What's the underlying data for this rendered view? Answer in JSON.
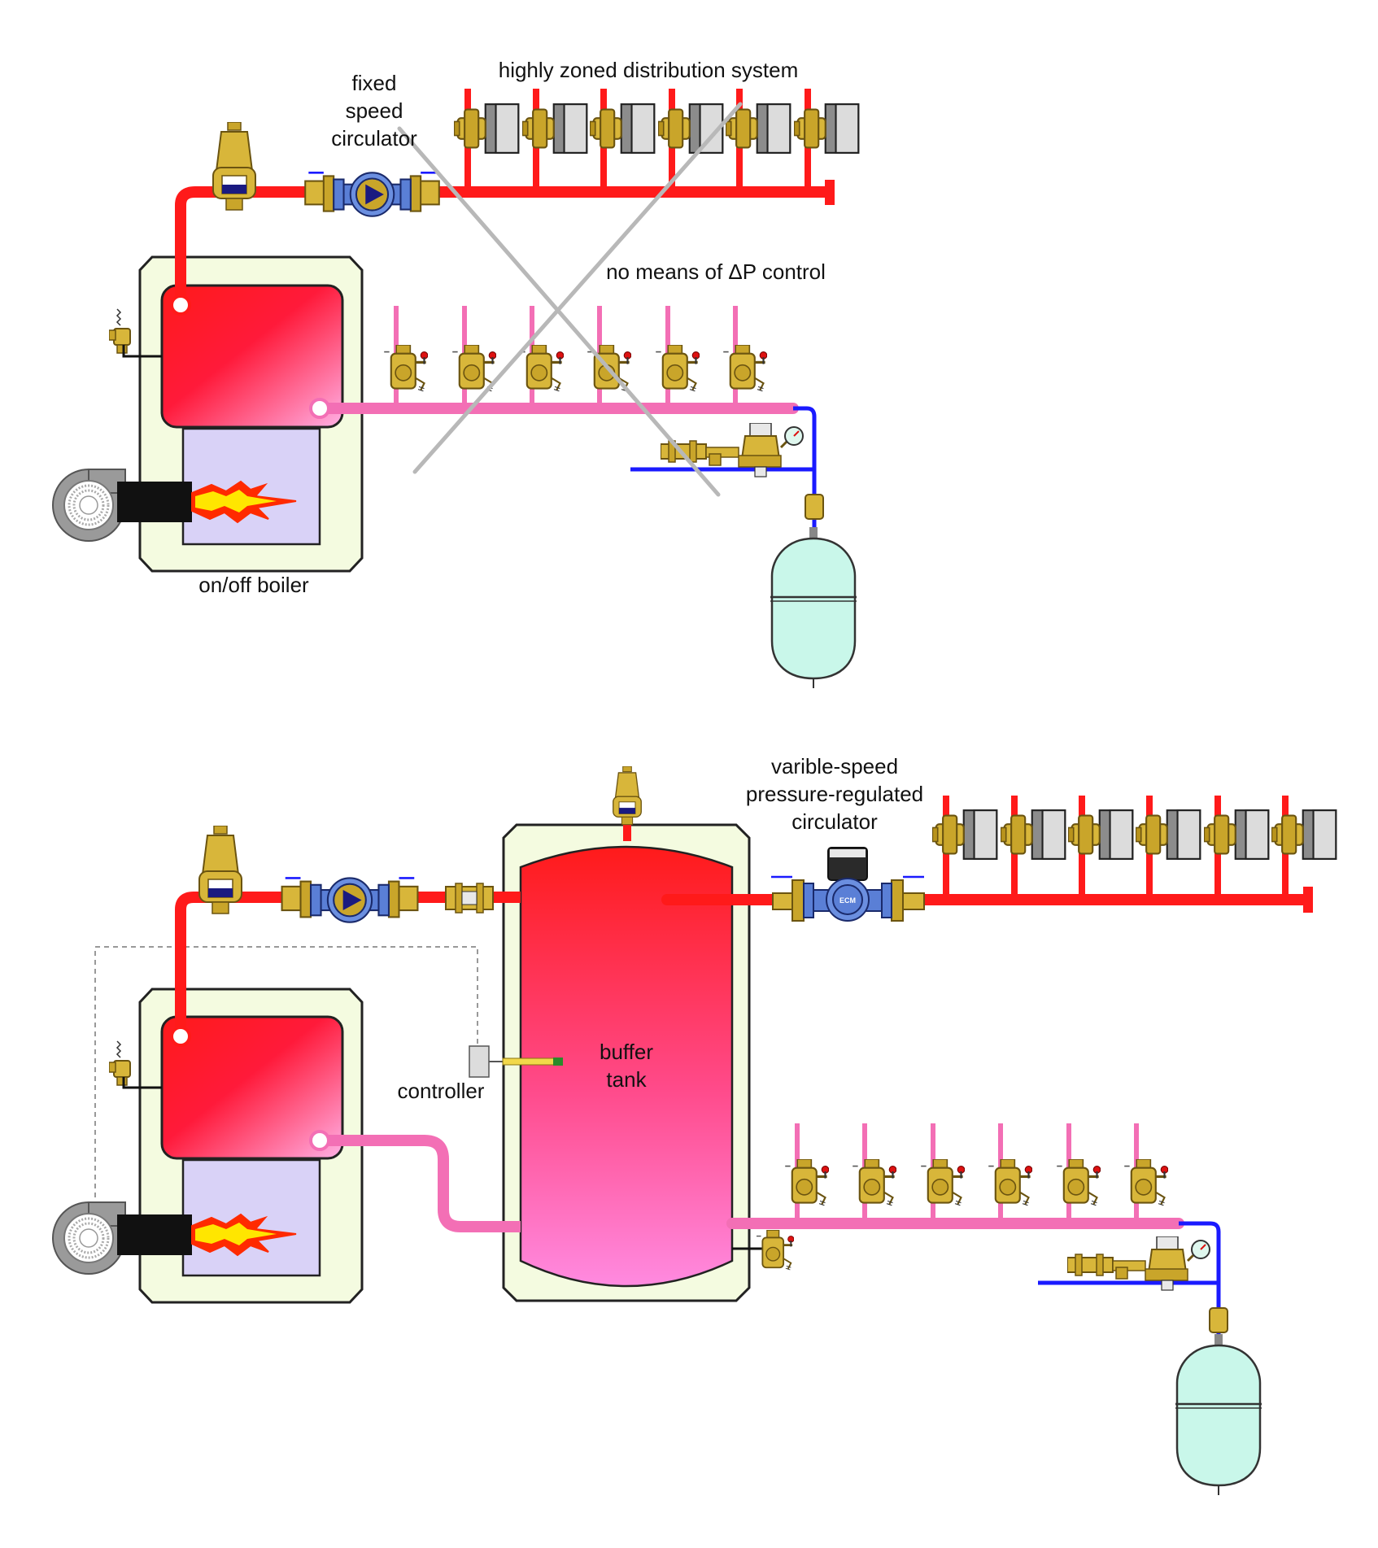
{
  "colors": {
    "supply": "#ff1a1a",
    "return": "#f36fb5",
    "cold_water": "#1a1aff",
    "boiler_shell": "#f4fbe0",
    "firebox": "#d9d2f7",
    "expansion_tank": "#c9f7ea",
    "brass": "#c8a530",
    "crossout": "#b8b8b8"
  },
  "top_system": {
    "labels": {
      "circulator_line1": "fixed",
      "circulator_line2": "speed",
      "circulator_line3": "circulator",
      "distribution": "highly zoned distribution system",
      "dp_note": "no means of ΔP control",
      "boiler": "on/off boiler"
    },
    "zone_count": 6,
    "crossed_out": true
  },
  "bottom_system": {
    "labels": {
      "circulator_line1": "varible-speed",
      "circulator_line2": "pressure-regulated",
      "circulator_line3": "circulator",
      "tank_line1": "buffer",
      "tank_line2": "tank",
      "controller": "controller",
      "ecm": "ECM"
    },
    "zone_count": 6
  },
  "icons": [
    "air-vent-icon",
    "circulator-icon",
    "zone-valve-icon",
    "boiler-icon",
    "burner-icon",
    "flame-icon",
    "relief-valve-icon",
    "pressure-gauge-icon",
    "make-up-water-valve-icon",
    "expansion-tank-icon",
    "temperature-sensor-icon",
    "controller-icon"
  ]
}
